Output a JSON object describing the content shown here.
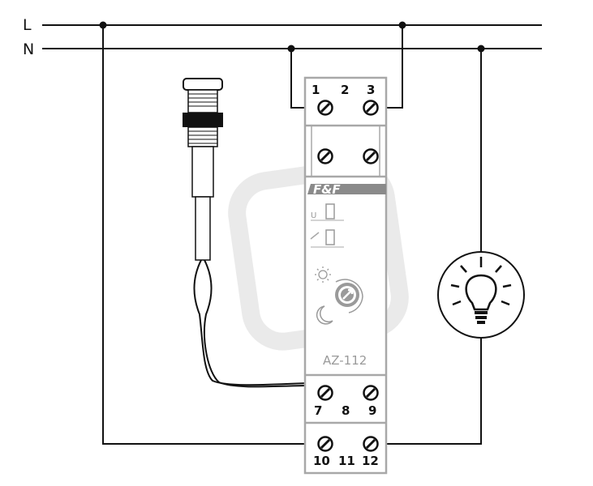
{
  "lines": {
    "l": "L",
    "n": "N"
  },
  "device": {
    "model": "AZ-112",
    "brand": "F&F",
    "led_u": "U",
    "terminals_top": [
      "1",
      "2",
      "3"
    ],
    "terminals_bottom_a": [
      "7",
      "8",
      "9"
    ],
    "terminals_bottom_b": [
      "10",
      "11",
      "12"
    ]
  },
  "icons": [
    "sun-icon",
    "moon-icon",
    "lamp-icon",
    "photo-sensor-icon",
    "adjustment-knob-icon",
    "relay-icon"
  ],
  "colors": {
    "wire": "#111111",
    "housing": "#a8a8a8",
    "brand_bar": "#8a8a8a"
  }
}
